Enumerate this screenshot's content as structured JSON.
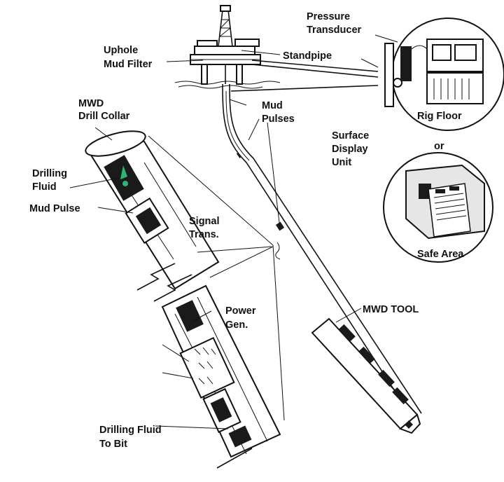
{
  "labels": {
    "pressure_transducer": [
      "Pressure",
      "Transducer"
    ],
    "uphole_mud_filter": [
      "Uphole",
      "Mud Filter"
    ],
    "standpipe": "Standpipe",
    "mwd_drill_collar": [
      "MWD",
      "Drill Collar"
    ],
    "mud_pulses": [
      "Mud",
      "Pulses"
    ],
    "surface_display_unit": [
      "Surface",
      "Display",
      "Unit"
    ],
    "rig_floor": "Rig Floor",
    "or": "or",
    "drilling_fluid": [
      "Drilling",
      "Fluid"
    ],
    "mud_pulse": "Mud Pulse",
    "signal_trans": [
      "Signal",
      "Trans."
    ],
    "safe_area": "Safe Area",
    "power_gen": [
      "Power",
      "Gen."
    ],
    "mwd_tool": "MWD TOOL",
    "drilling_fluid_to_bit": [
      "Drilling Fluid",
      "To Bit"
    ]
  },
  "colors": {
    "ink": "#111111",
    "flow_arrow": "#2bb673",
    "background": "#ffffff",
    "panel_fill": "#e6e6e6"
  }
}
